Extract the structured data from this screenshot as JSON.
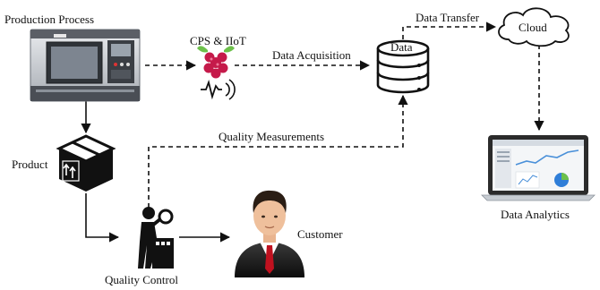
{
  "labels": {
    "production_process": "Production Process",
    "cps_iiot": "CPS & IIoT",
    "data_acquisition": "Data Acquisition",
    "data_store": "Data",
    "data_transfer": "Data Transfer",
    "cloud": "Cloud",
    "data_analytics": "Data Analytics",
    "quality_measurements": "Quality Measurements",
    "product": "Product",
    "quality_control": "Quality Control",
    "customer": "Customer"
  },
  "icons": {
    "machine": "cnc-machine-icon",
    "sensor": "raspberry-pi-icon",
    "database": "database-icon",
    "cloud": "cloud-icon",
    "laptop": "laptop-dashboard-icon",
    "product": "package-box-icon",
    "inspector": "quality-inspector-icon",
    "customer": "businessman-icon"
  },
  "colors": {
    "line": "#111111",
    "raspberry": "#c51a4a",
    "leaf": "#6cc04a",
    "machine_body": "#5b5f66",
    "tie": "#c0111f",
    "chart_line": "#4a90d9"
  }
}
